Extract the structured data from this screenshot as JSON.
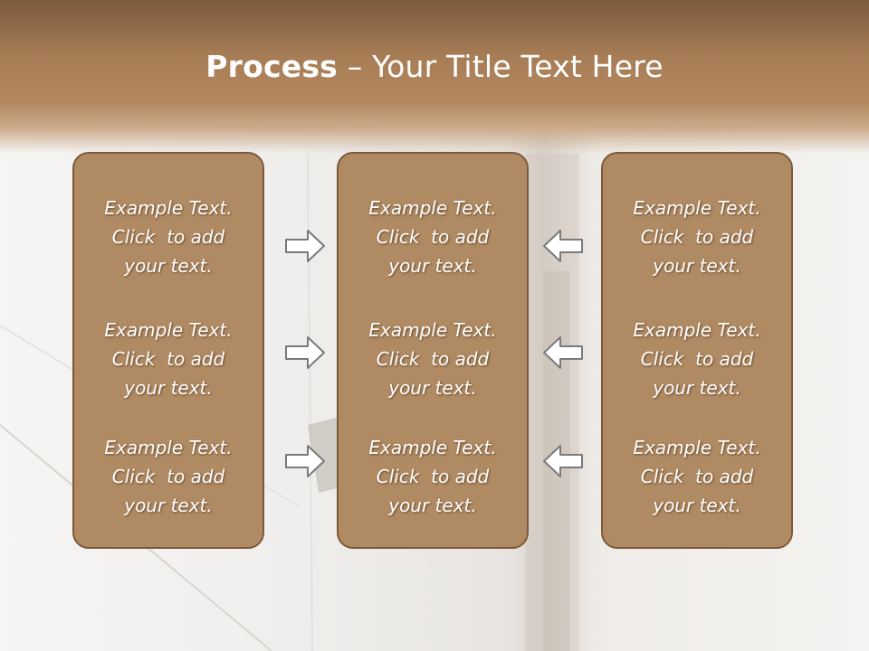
{
  "title": {
    "bold": "Process",
    "rest": " – Your Title Text Here"
  },
  "columns": [
    {
      "items": [
        {
          "line1": "Example Text.",
          "line2": "Click  to add",
          "line3": "your text."
        },
        {
          "line1": "Example Text.",
          "line2": "Click  to add",
          "line3": "your text."
        },
        {
          "line1": "Example Text.",
          "line2": "Click  to add",
          "line3": "your text."
        }
      ]
    },
    {
      "items": [
        {
          "line1": "Example Text.",
          "line2": "Click  to add",
          "line3": "your text."
        },
        {
          "line1": "Example Text.",
          "line2": "Click  to add",
          "line3": "your text."
        },
        {
          "line1": "Example Text.",
          "line2": "Click  to add",
          "line3": "your text."
        }
      ]
    },
    {
      "items": [
        {
          "line1": "Example Text.",
          "line2": "Click  to add",
          "line3": "your text."
        },
        {
          "line1": "Example Text.",
          "line2": "Click  to add",
          "line3": "your text."
        },
        {
          "line1": "Example Text.",
          "line2": "Click  to add",
          "line3": "your text."
        }
      ]
    }
  ],
  "icons": {
    "left_arrows": "arrow-right-icon",
    "right_arrows": "arrow-left-icon"
  },
  "colors": {
    "header": "#a67c55",
    "box_fill": "#b08a62",
    "box_border": "#7b5a3b",
    "text": "#ffffff"
  }
}
